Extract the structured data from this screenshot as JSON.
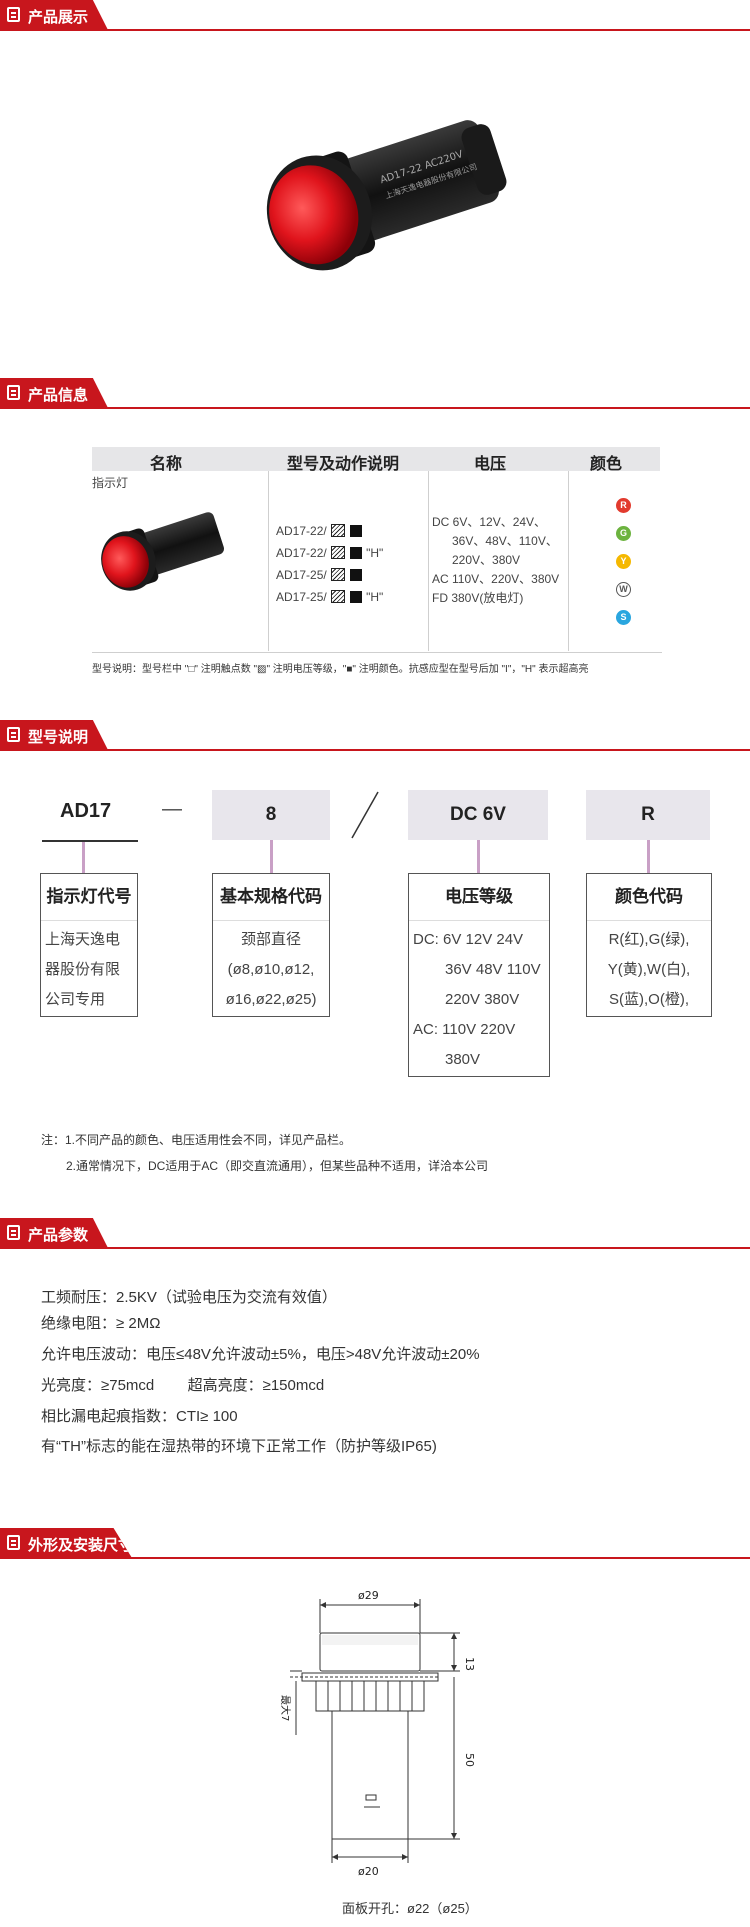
{
  "sections": {
    "s1": "产品展示",
    "s2": "产品信息",
    "s3": "型号说明",
    "s4": "产品参数",
    "s5": "外形及安装尺寸"
  },
  "colors": {
    "accent": "#c8161d",
    "header_bg": "#e6e6e8",
    "code_bg": "#e8e6ec"
  },
  "product_label": {
    "line1": "AD17-22   AC220V",
    "line2": "上海天逸电器股份有限公司"
  },
  "info_table": {
    "headers": [
      "名称",
      "型号及动作说明",
      "电压",
      "颜色"
    ],
    "name": "指示灯",
    "models": [
      "AD17-22/",
      "AD17-22/",
      "AD17-25/",
      "AD17-25/"
    ],
    "model_suffix": [
      "",
      "\"H\"",
      "",
      "\"H\""
    ],
    "voltages": [
      "DC 6V、12V、24V、",
      "36V、48V、110V、",
      "220V、380V",
      "AC 110V、220V、380V",
      "FD 380V(放电灯)"
    ],
    "color_dots": [
      {
        "letter": "R",
        "color": "#e23b2e"
      },
      {
        "letter": "G",
        "color": "#6cb33f"
      },
      {
        "letter": "Y",
        "color": "#f5b800"
      },
      {
        "letter": "W",
        "color": "#ffffff"
      },
      {
        "letter": "S",
        "color": "#2aa6df"
      }
    ],
    "footnote": "型号说明：型号栏中 \"□\" 注明触点数 \"▨\" 注明电压等级，\"■\" 注明颜色。抗感应型在型号后加 \"I\"，\"H\" 表示超高亮"
  },
  "model_codes": {
    "codes": [
      "AD17",
      "8",
      "DC 6V",
      "R"
    ],
    "dash": "—",
    "slash": "/",
    "boxes": [
      {
        "title": "指示灯代号",
        "lines": [
          "上海天逸电",
          "器股份有限",
          "公司专用"
        ]
      },
      {
        "title": "基本规格代码",
        "lines": [
          "颈部直径",
          "(ø8,ø10,ø12,",
          "ø16,ø22,ø25)"
        ]
      },
      {
        "title": "电压等级",
        "lines": [
          "DC: 6V 12V 24V",
          "36V 48V 110V",
          "220V 380V",
          "AC: 110V 220V",
          "380V"
        ]
      },
      {
        "title": "颜色代码",
        "lines": [
          "R(红),G(绿),",
          "Y(黄),W(白),",
          "S(蓝),O(橙),"
        ]
      }
    ],
    "notes": [
      "注：1.不同产品的颜色、电压适用性会不同，详见产品栏。",
      "2.通常情况下，DC适用于AC（即交直流通用），但某些品种不适用，详洽本公司"
    ]
  },
  "params": [
    "工频耐压：2.5KV（试验电压为交流有效值）",
    "绝缘电阻：≥ 2MΩ",
    "允许电压波动：电压≤48V允许波动±5%，电压>48V允许波动±20%",
    "光亮度：≥75mcd        超高亮度：≥150mcd",
    "相比漏电起痕指数：CTI≥ 100",
    "有“TH”标志的能在湿热带的环境下正常工作（防护等级IP65)"
  ],
  "dimensions": {
    "top_width": "ø29",
    "head_height": "13",
    "body_height": "50",
    "max_label": "最大7",
    "bottom_width": "ø20",
    "panel_hole": "面板开孔：ø22（ø25）"
  }
}
